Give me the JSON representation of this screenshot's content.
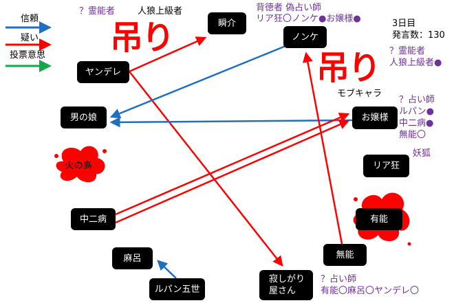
{
  "legend": {
    "trust": "信頼",
    "doubt": "疑い",
    "vote": "投票意思"
  },
  "colors": {
    "trust": "#1f6fc0",
    "doubt": "#ff0000",
    "vote": "#14a84a",
    "label": "#7030a0"
  },
  "nodes": {
    "shunsuke": "瞬介",
    "nonke": "ノンケ",
    "yandere": "ヤンデレ",
    "otokonoko": "男の娘",
    "ojousama": "お嬢様",
    "hinotori": "火の鳥",
    "riakyou": "リア狂",
    "chuunibyou": "中二病",
    "yuunou": "有能",
    "munou": "無能",
    "maro": "麻呂",
    "lupin": "ルパン五世",
    "sabishigari_1": "寂しがり",
    "sabishigari_2": "屋さん"
  },
  "hang_marks": [
    "吊り",
    "吊り"
  ],
  "annotations": {
    "yandere_1": "？霊能者",
    "yandere_2": "人狼上級者",
    "nonke_1": "背徳者 偽占い師",
    "nonke_2": "リア狂〇ノンケ●お嬢様●",
    "day": "3日目",
    "posts": "発言数：130",
    "right_1": "？霊能者",
    "right_2": "人狼上級者●",
    "mob": "モブキャラ",
    "ojou_1": "？占い師",
    "ojou_2": "ルパン●",
    "ojou_3": "中二病●",
    "ojou_4": "無能〇",
    "fox": "妖狐",
    "bottom_1": "？占い師",
    "bottom_2": "有能〇麻呂〇ヤンデレ〇"
  }
}
